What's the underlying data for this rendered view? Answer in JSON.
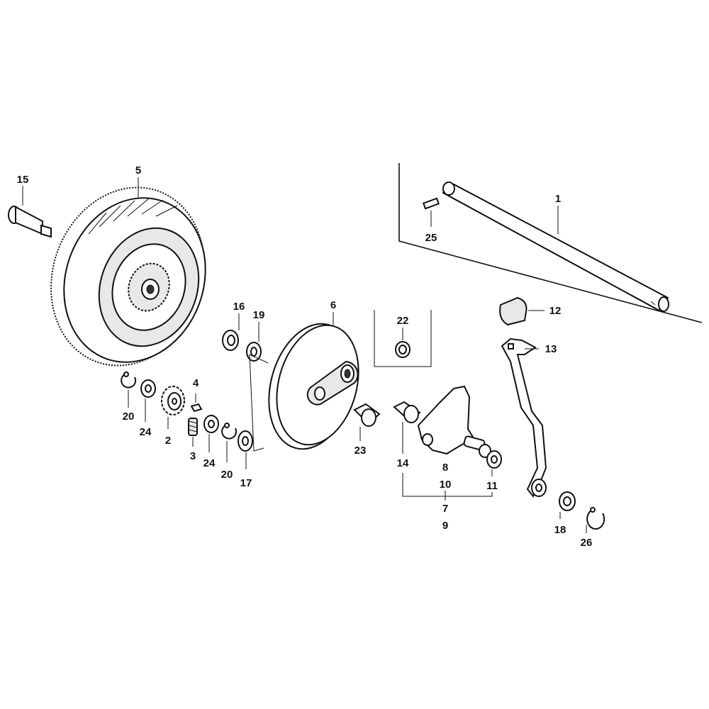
{
  "diagram": {
    "callouts": {
      "c1": "1",
      "c2": "2",
      "c3": "3",
      "c4": "4",
      "c5": "5",
      "c6": "6",
      "c7": "7",
      "c8": "8",
      "c9": "9",
      "c10": "10",
      "c11": "11",
      "c12": "12",
      "c13": "13",
      "c14": "14",
      "c15": "15",
      "c16": "16",
      "c17": "17",
      "c18": "18",
      "c19": "19",
      "c20a": "20",
      "c20b": "20",
      "c22": "22",
      "c23": "23",
      "c24a": "24",
      "c24b": "24",
      "c25": "25",
      "c26": "26"
    }
  }
}
